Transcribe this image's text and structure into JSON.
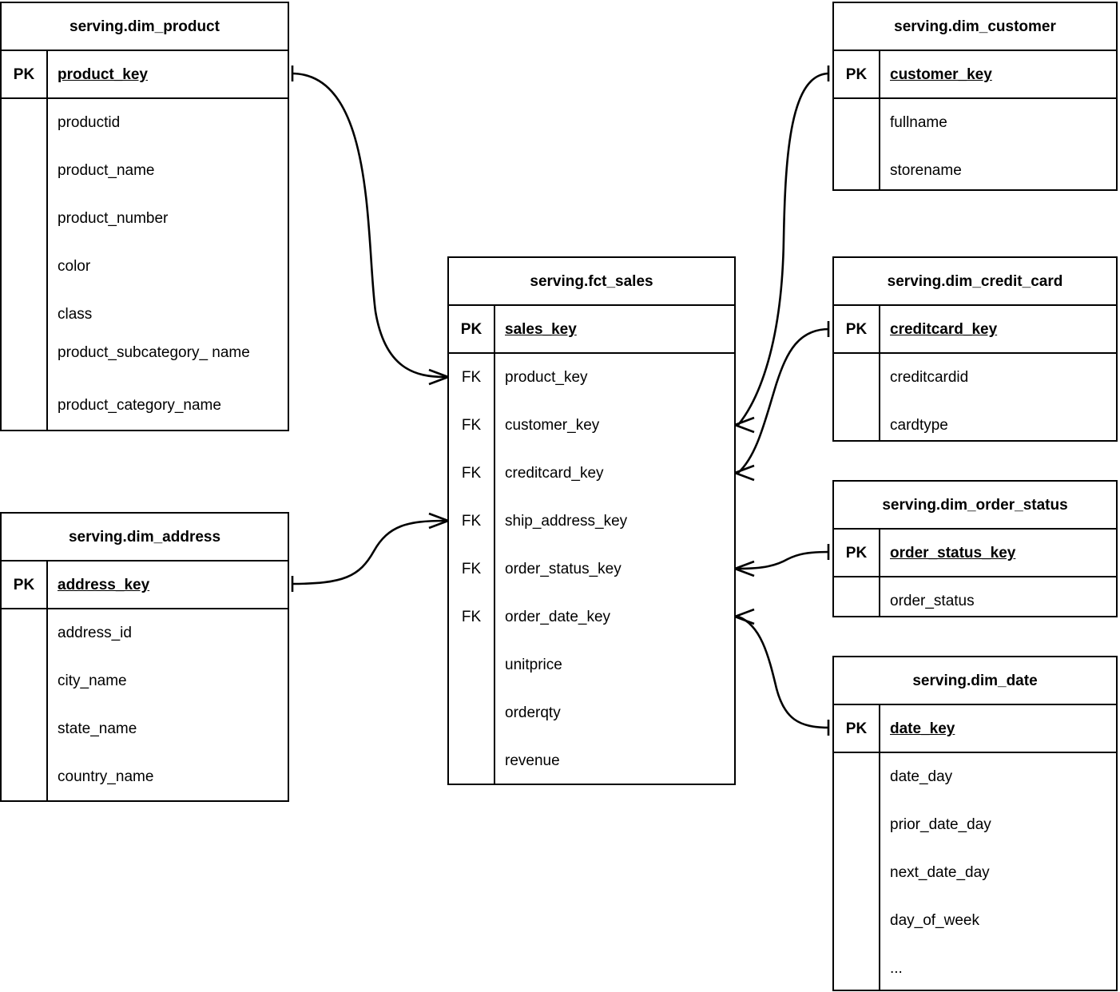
{
  "diagram": {
    "type": "entity-relationship-diagram",
    "notation": "crow's-foot",
    "line_color": "#000000",
    "background_color": "#ffffff",
    "key_labels": {
      "pk": "PK",
      "fk": "FK"
    }
  },
  "entities": {
    "dim_product": {
      "title": "serving.dim_product",
      "pk": {
        "key": "PK",
        "name": "product_key"
      },
      "fields": [
        {
          "key": "",
          "name": "productid"
        },
        {
          "key": "",
          "name": "product_name"
        },
        {
          "key": "",
          "name": "product_number"
        },
        {
          "key": "",
          "name": "color"
        },
        {
          "key": "",
          "name": "class"
        },
        {
          "key": "",
          "name": "product_subcategory_ name"
        },
        {
          "key": "",
          "name": "product_category_name"
        }
      ]
    },
    "dim_address": {
      "title": "serving.dim_address",
      "pk": {
        "key": "PK",
        "name": "address_key"
      },
      "fields": [
        {
          "key": "",
          "name": "address_id"
        },
        {
          "key": "",
          "name": "city_name"
        },
        {
          "key": "",
          "name": "state_name"
        },
        {
          "key": "",
          "name": "country_name"
        }
      ]
    },
    "fct_sales": {
      "title": "serving.fct_sales",
      "pk": {
        "key": "PK",
        "name": "sales_key"
      },
      "fields": [
        {
          "key": "FK",
          "name": "product_key"
        },
        {
          "key": "FK",
          "name": "customer_key"
        },
        {
          "key": "FK",
          "name": "creditcard_key"
        },
        {
          "key": "FK",
          "name": "ship_address_key"
        },
        {
          "key": "FK",
          "name": "order_status_key"
        },
        {
          "key": "FK",
          "name": "order_date_key"
        },
        {
          "key": "",
          "name": "unitprice"
        },
        {
          "key": "",
          "name": "orderqty"
        },
        {
          "key": "",
          "name": "revenue"
        }
      ]
    },
    "dim_customer": {
      "title": "serving.dim_customer",
      "pk": {
        "key": "PK",
        "name": "customer_key"
      },
      "fields": [
        {
          "key": "",
          "name": "fullname"
        },
        {
          "key": "",
          "name": "storename"
        }
      ]
    },
    "dim_credit_card": {
      "title": "serving.dim_credit_card",
      "pk": {
        "key": "PK",
        "name": "creditcard_key"
      },
      "fields": [
        {
          "key": "",
          "name": "creditcardid"
        },
        {
          "key": "",
          "name": "cardtype"
        }
      ]
    },
    "dim_order_status": {
      "title": "serving.dim_order_status",
      "pk": {
        "key": "PK",
        "name": "order_status_key"
      },
      "fields": [
        {
          "key": "",
          "name": "order_status"
        }
      ]
    },
    "dim_date": {
      "title": "serving.dim_date",
      "pk": {
        "key": "PK",
        "name": "date_key"
      },
      "fields": [
        {
          "key": "",
          "name": "date_day"
        },
        {
          "key": "",
          "name": "prior_date_day"
        },
        {
          "key": "",
          "name": "next_date_day"
        },
        {
          "key": "",
          "name": "day_of_week"
        },
        {
          "key": "",
          "name": "..."
        }
      ]
    }
  },
  "relationships": [
    {
      "from": "dim_product.product_key",
      "to": "fct_sales.product_key",
      "from_cardinality": "one",
      "to_cardinality": "many"
    },
    {
      "from": "dim_address.address_key",
      "to": "fct_sales.ship_address_key",
      "from_cardinality": "one",
      "to_cardinality": "many"
    },
    {
      "from": "dim_customer.customer_key",
      "to": "fct_sales.customer_key",
      "from_cardinality": "one",
      "to_cardinality": "many"
    },
    {
      "from": "dim_credit_card.creditcard_key",
      "to": "fct_sales.creditcard_key",
      "from_cardinality": "one",
      "to_cardinality": "many"
    },
    {
      "from": "dim_order_status.order_status_key",
      "to": "fct_sales.order_status_key",
      "from_cardinality": "one",
      "to_cardinality": "many"
    },
    {
      "from": "dim_date.date_key",
      "to": "fct_sales.order_date_key",
      "from_cardinality": "one",
      "to_cardinality": "many"
    }
  ]
}
